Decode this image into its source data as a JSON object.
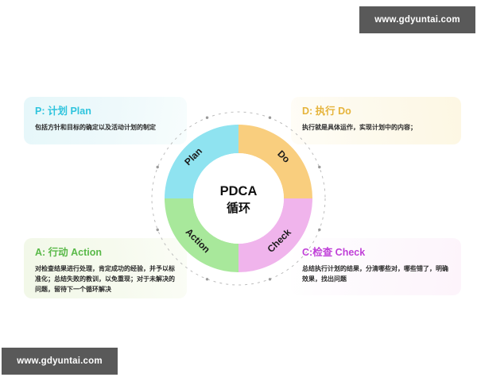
{
  "watermark": {
    "top_right": "www.gdyuntai.com",
    "bottom_left": "www.gdyuntai.com"
  },
  "center": {
    "line1": "PDCA",
    "line2": "循环"
  },
  "wheel": {
    "segments": [
      {
        "key": "plan",
        "label": "Plan",
        "color": "#8FE3F0"
      },
      {
        "key": "do",
        "label": "Do",
        "color": "#F9CE7E"
      },
      {
        "key": "check",
        "label": "Check",
        "color": "#F0B4EC"
      },
      {
        "key": "action",
        "label": "Action",
        "color": "#A8E89B"
      }
    ]
  },
  "boxes": {
    "plan": {
      "title": "P: 计划 Plan",
      "desc": "包括方针和目标的确定以及活动计划的制定",
      "accent": "#2ec4dd"
    },
    "do": {
      "title": "D: 执行 Do",
      "desc": "执行就是具体运作，实现计划中的内容；",
      "accent": "#e6b43c"
    },
    "action": {
      "title": "A: 行动 Action",
      "desc": "对检查结果进行处理，肯定成功的经验，并予以标准化；总结失败的教训，以免重现；对于未解决的问题，留待下一个循环解决",
      "accent": "#59b948"
    },
    "check": {
      "title": "C:检查 Check",
      "desc": "总结执行计划的结果，分清哪些对，哪些错了，明确效果，找出问题",
      "accent": "#c040d8"
    }
  }
}
